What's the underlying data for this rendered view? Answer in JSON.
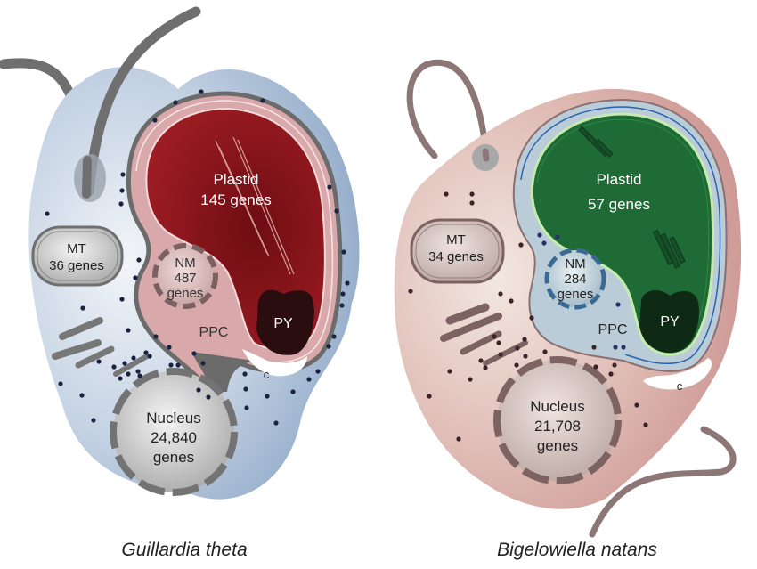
{
  "colors": {
    "gt_cytoplasm": "#9db3cf",
    "gt_plastid": "#8f1a1f",
    "gt_ppc": "#d9a3a6",
    "bn_cytoplasm": "#d6a3a0",
    "bn_plastid": "#1f6b37",
    "bn_ppc": "#b8ccd6",
    "ribosome": "#1c2340"
  },
  "cells": [
    {
      "species": "Guillardia theta",
      "plastid": {
        "name": "Plastid",
        "genes": "145 genes"
      },
      "mitochondrion": {
        "name": "MT",
        "genes": "36 genes"
      },
      "nucleomorph": {
        "name": "NM",
        "count": "487",
        "unit": "genes"
      },
      "nucleus": {
        "name": "Nucleus",
        "count": "24,840",
        "unit": "genes"
      },
      "ppc": "PPC",
      "pyrenoid": "PY",
      "c": "c"
    },
    {
      "species": "Bigelowiella natans",
      "plastid": {
        "name": "Plastid",
        "genes": "57 genes"
      },
      "mitochondrion": {
        "name": "MT",
        "genes": "34 genes"
      },
      "nucleomorph": {
        "name": "NM",
        "count": "284",
        "unit": "genes"
      },
      "nucleus": {
        "name": "Nucleus",
        "count": "21,708",
        "unit": "genes"
      },
      "ppc": "PPC",
      "pyrenoid": "PY",
      "c": "c"
    }
  ]
}
